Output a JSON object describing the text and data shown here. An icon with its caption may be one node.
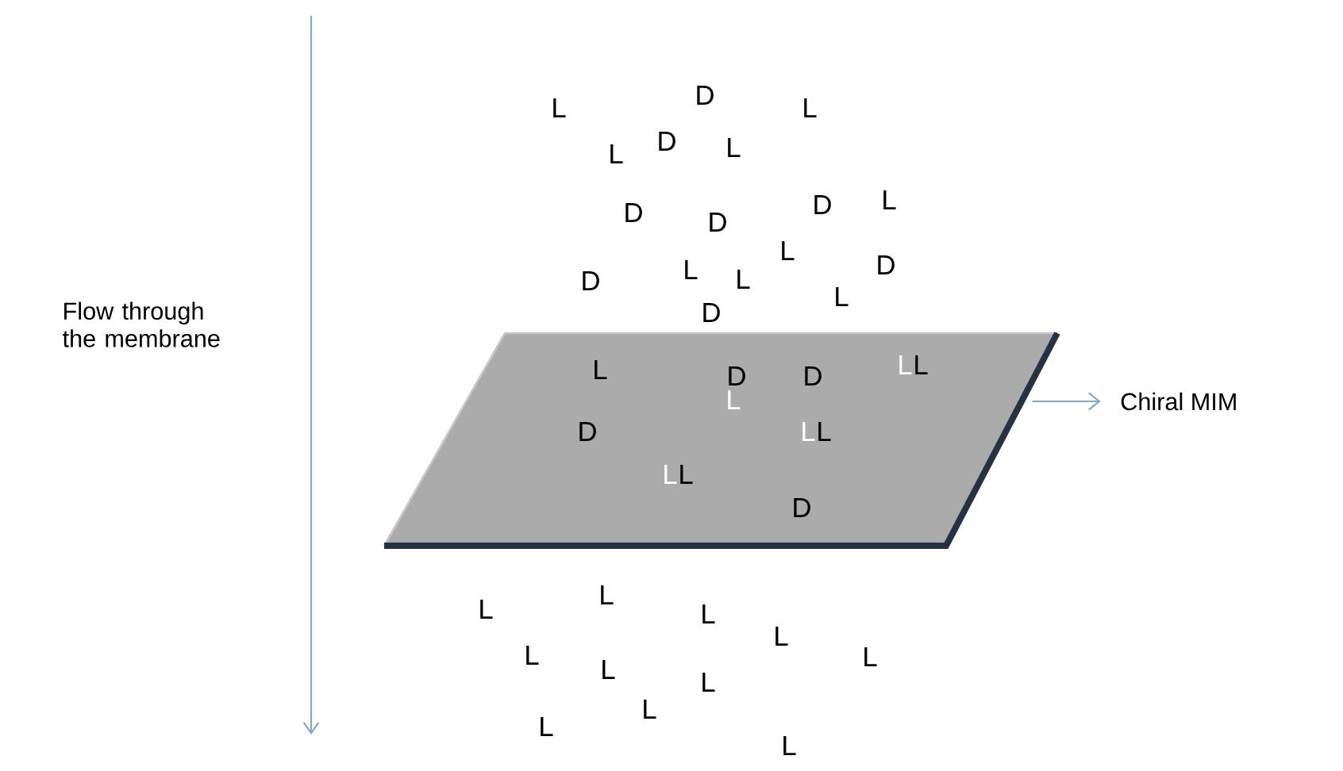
{
  "diagram": {
    "nodes": [
      {
        "text": [
          "L",
          "D",
          "D",
          "L",
          "L",
          "L",
          "D",
          "L",
          "L",
          "L",
          "L",
          "D"
        ]
      },
      {
        "text": [
          "Chiral MIM"
        ]
      }
    ],
    "edges": [
      {
        "from": 0,
        "to": 1,
        "arrow": "to"
      }
    ],
    "labels": [
      "L",
      "D",
      "L",
      "L",
      "D",
      "L",
      "D",
      "D",
      "D",
      "L",
      "D",
      "L",
      "L",
      "L",
      "D",
      "L",
      "D",
      "Flow through the membrane",
      "L",
      "L",
      "L",
      "L",
      "L",
      "L",
      "L",
      "L",
      "L",
      "L",
      "L"
    ]
  }
}
